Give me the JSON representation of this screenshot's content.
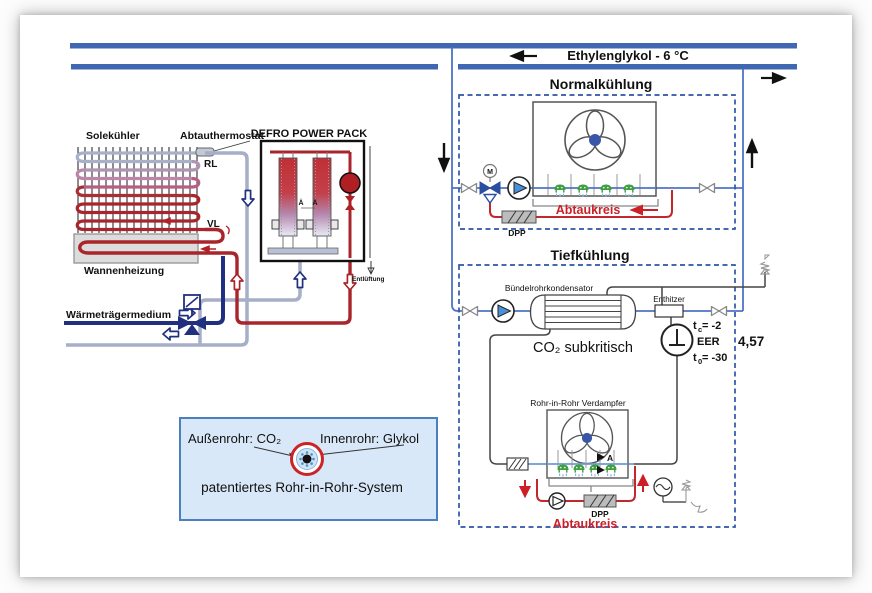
{
  "header": {
    "flow_label": "Ethylenglykol - 6 °C"
  },
  "left_diagram": {
    "solekuehler": "Solekühler",
    "abtauthermostat": "Abtauthermostat",
    "rl": "RL",
    "vl": "VL",
    "wannenheizung": "Wannenheizung",
    "waermetraegermedium": "Wärmeträgermedium",
    "entlueftung": "Entlüftung",
    "defro_title": "DEFRO POWER PACK",
    "sensor_a1": "Ä",
    "sensor_a2": "Ä"
  },
  "normalkuehlung": {
    "title": "Normalkühlung",
    "abtaukreis": "Abtaukreis",
    "dpp": "DPP",
    "m_valve": "M"
  },
  "tiefkuehlung": {
    "title": "Tiefkühlung",
    "kondensator": "Bündelrohrkondensator",
    "enthitzer": "Enthitzer",
    "co2": "CO₂ subkritisch",
    "verdampfer": "Rohr-in-Rohr Verdampfer",
    "abtaukreis": "Abtaukreis",
    "dpp": "DPP",
    "a_label": "A",
    "tc_prefix": "t",
    "tc_sub": "c",
    "tc_value": "= -2",
    "eer_label": "EER",
    "eer_value": "4,57",
    "t0_prefix": "t",
    "t0_sub": "0",
    "t0_value": "= -30"
  },
  "info_box": {
    "outer": "Außenrohr: CO₂",
    "inner": "Innenrohr: Glykol",
    "caption": "patentiertes Rohr-in-Rohr-System"
  },
  "colors": {
    "header_blue": "#4067b1",
    "pipe_blue": "#4f74c4",
    "dashed_blue": "#2d56a8",
    "red": "#c1272d",
    "dark_red": "#a8252b",
    "navy": "#20307e",
    "gray_pipe": "#a6aec8",
    "green": "#3f9e3f"
  }
}
